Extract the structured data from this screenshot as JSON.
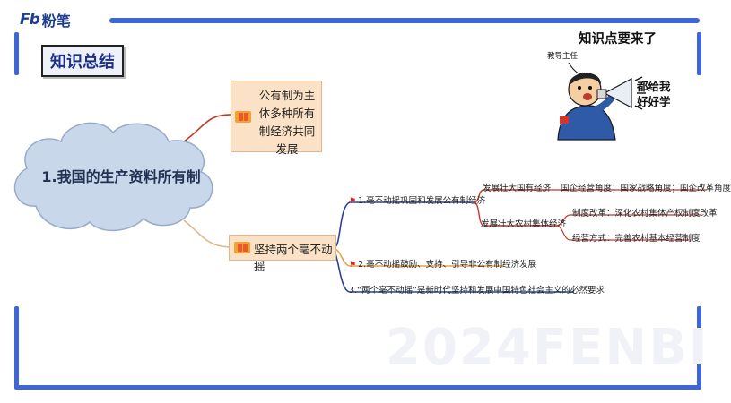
{
  "brand": {
    "logo_mark": "Fb",
    "logo_text": "粉笔"
  },
  "section_title": "知识总结",
  "watermark": "2024FENBI",
  "mindmap": {
    "root": "1.我国的生产资料所有制",
    "branch1": {
      "text": "公有制为主体多种所有制经济共同发展"
    },
    "branch2": {
      "title": "坚持两个毫不动摇",
      "child1": {
        "label": "1.毫不动摇巩固和发展公有制经济",
        "sub_state": {
          "label": "发展壮大国有经济",
          "leaf": "国企经营角度；国家战略角度；国企改革角度"
        },
        "sub_collective": {
          "label": "发展壮大农村集体经济",
          "leaf1": "制度改革：深化农村集体产权制度改革",
          "leaf2": "经营方式：完善农村基本经营制度"
        }
      },
      "child2": {
        "label": "2.毫不动摇鼓励、支持、引导非公有制经济发展"
      },
      "child3": {
        "label": "3.“两个毫不动摇”是新时代坚持和发展中国特色社会主义的必然要求"
      }
    }
  },
  "character": {
    "title": "知识点要来了",
    "role": "教导主任",
    "shout": "都给我好好学"
  },
  "colors": {
    "brand_blue": "#3d67d6",
    "title_navy": "#1c2f8a",
    "cloud_fill": "#c9d7ea",
    "box_fill": "#fbe2c6",
    "branch_red": "#c0392b",
    "branch_blue": "#2b3f9c"
  }
}
